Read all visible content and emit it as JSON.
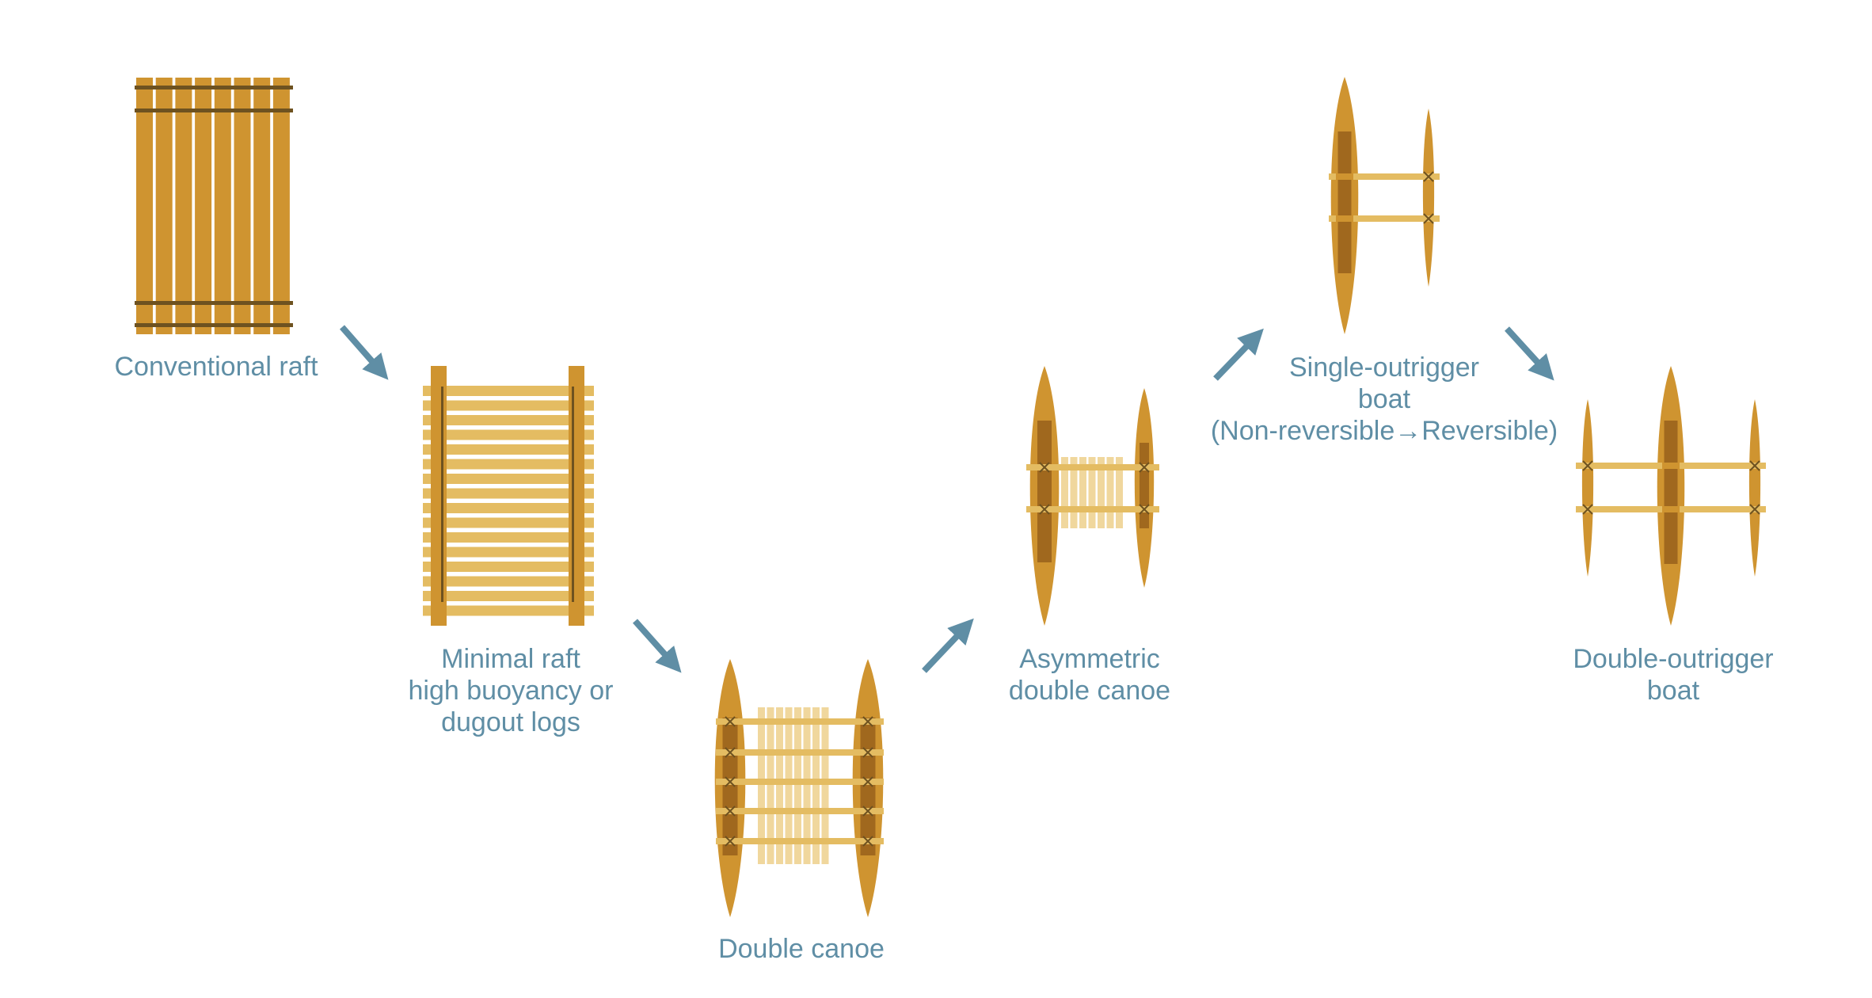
{
  "colors": {
    "label": "#5F8EA5",
    "arrow": "#5F8EA5",
    "wood": "#CF9430",
    "wood_light": "#E4BC62",
    "wood_pale": "#EDD08C",
    "wood_dark": "#A0681E",
    "lashing": "#6E5220",
    "background": "#FFFFFF"
  },
  "stages": [
    {
      "id": "conventional-raft",
      "lines": [
        "Conventional raft"
      ]
    },
    {
      "id": "minimal-raft",
      "lines": [
        "Minimal raft",
        "high buoyancy or",
        "dugout logs"
      ]
    },
    {
      "id": "double-canoe",
      "lines": [
        "Double canoe"
      ]
    },
    {
      "id": "asymmetric-double-canoe",
      "lines": [
        "Asymmetric",
        "double canoe"
      ]
    },
    {
      "id": "single-outrigger-boat",
      "lines": [
        "Single-outrigger",
        "boat",
        "(Non-reversible→Reversible)"
      ]
    },
    {
      "id": "double-outrigger-boat",
      "lines": [
        "Double-outrigger",
        "boat"
      ]
    }
  ],
  "icons": {
    "arrow": "arrow-icon",
    "raft": "raft-icon",
    "canoe": "canoe-hull-icon"
  }
}
